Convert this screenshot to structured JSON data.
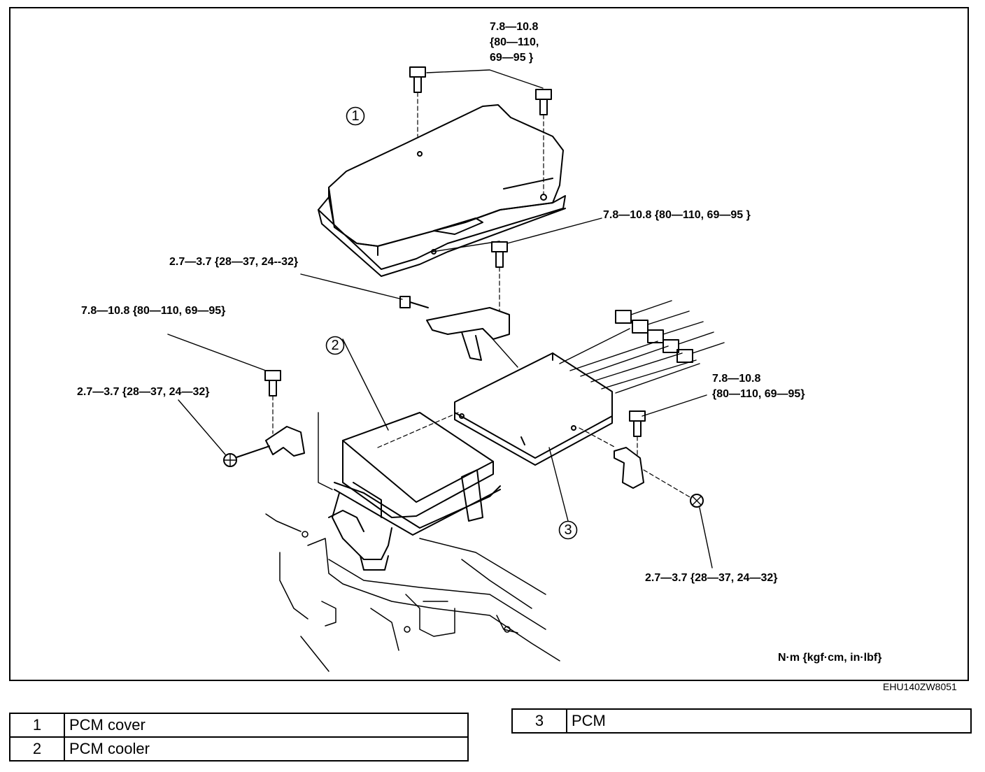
{
  "torque_labels": {
    "pcm_cover_bolts": [
      "7.8—10.8",
      "{80—110,",
      "69—95 }"
    ],
    "bracket_top_bolt": "7.8—10.8 {80—110, 69—95 }",
    "bracket_top_screw": "2.7—3.7 {28—37, 24--32}",
    "left_bracket_bolt": "7.8—10.8 {80—110, 69—95}",
    "left_bracket_screw": "2.7—3.7 {28—37, 24—32}",
    "right_bracket_bolt": [
      "7.8—10.8",
      "{80—110, 69—95}"
    ],
    "right_bracket_screw": "2.7—3.7 {28—37, 24—32}"
  },
  "callouts": {
    "one": "1",
    "two": "2",
    "three": "3"
  },
  "units": "N·m {kgf·cm, in·lbf}",
  "figure_code": "EHU140ZW8051",
  "legend_left": [
    {
      "num": "1",
      "name": "PCM cover"
    },
    {
      "num": "2",
      "name": "PCM cooler"
    }
  ],
  "legend_right": [
    {
      "num": "3",
      "name": "PCM"
    }
  ]
}
